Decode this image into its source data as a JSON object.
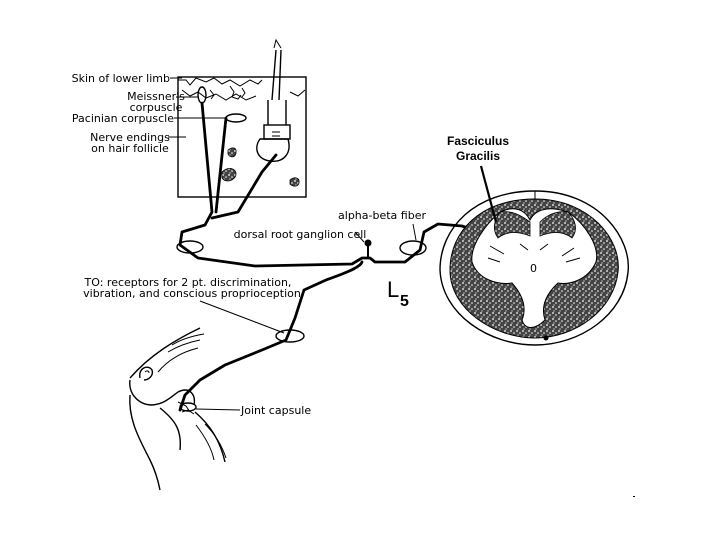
{
  "labels": {
    "skin": "Skin of lower limb",
    "meissner_1": "Meissner's",
    "meissner_2": "corpuscle",
    "pacinian": "Pacinian corpuscle",
    "nerve_endings_1": "Nerve endings",
    "nerve_endings_2": "on hair follicle",
    "fasciculus_1": "Fasciculus",
    "fasciculus_2": "Gracilis",
    "alpha_beta": "alpha-beta fiber",
    "dorsal_root": "dorsal root ganglion cell",
    "receptors_1": "TO: receptors for 2 pt. discrimination,",
    "receptors_2": "vibration, and conscious proprioception",
    "level_letter": "L",
    "level_number": "5",
    "joint_capsule": "Joint capsule"
  },
  "colors": {
    "ink": "#000000",
    "background": "#ffffff"
  }
}
